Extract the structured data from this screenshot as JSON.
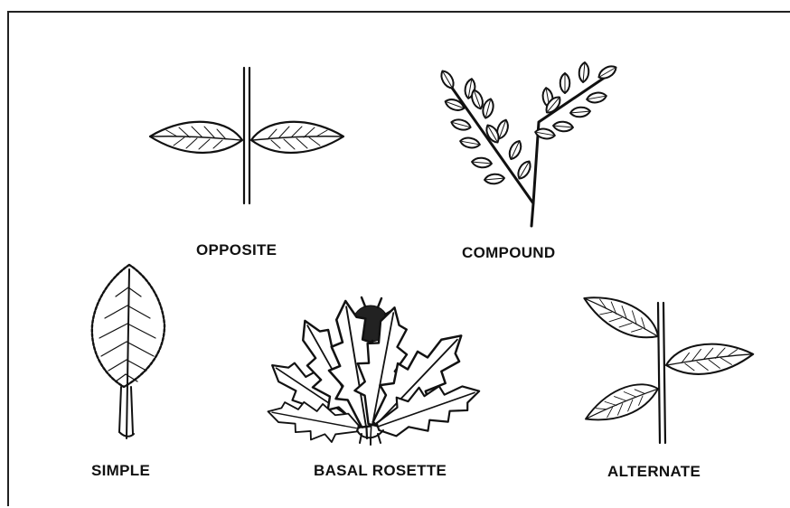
{
  "labels": {
    "opposite": "OPPOSITE",
    "compound": "COMPOUND",
    "simple": "SIMPLE",
    "basal_rosette": "BASAL ROSETTE",
    "alternate": "ALTERNATE"
  }
}
